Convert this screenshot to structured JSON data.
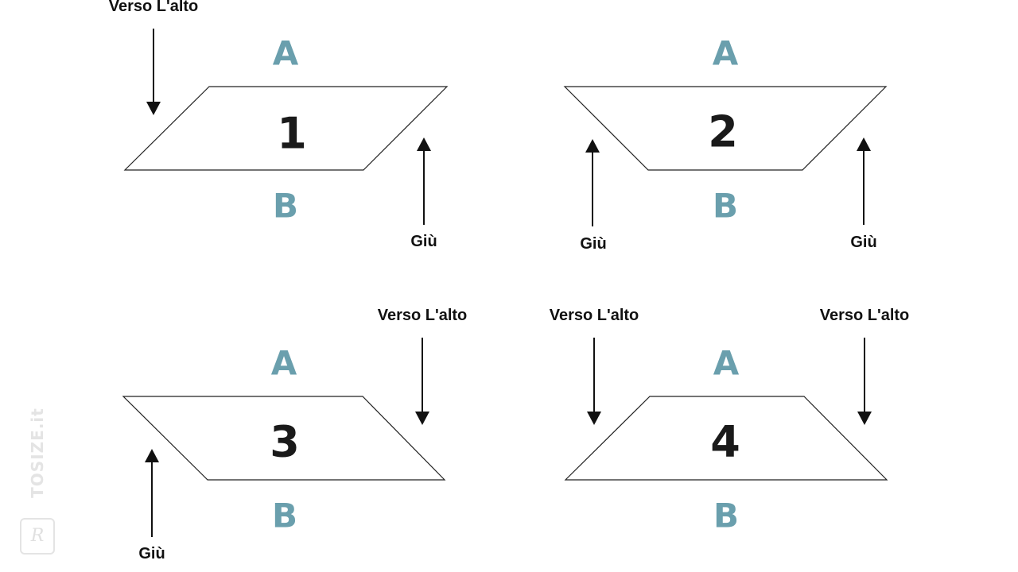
{
  "colors": {
    "face_label": "#6a9fad",
    "number": "#1a1a1a",
    "outline": "#222222",
    "arrow": "#111111",
    "watermark": "#e4e4e4"
  },
  "panels": [
    {
      "number": "1",
      "top_face": "A",
      "bottom_face": "B",
      "arrows": [
        {
          "label": "Verso L'alto",
          "direction": "down"
        },
        {
          "label": "Giù",
          "direction": "up"
        }
      ]
    },
    {
      "number": "2",
      "top_face": "A",
      "bottom_face": "B",
      "arrows": [
        {
          "label": "Giù",
          "direction": "up"
        },
        {
          "label": "Giù",
          "direction": "up"
        }
      ]
    },
    {
      "number": "3",
      "top_face": "A",
      "bottom_face": "B",
      "arrows": [
        {
          "label": "Verso L'alto",
          "direction": "down"
        },
        {
          "label": "Giù",
          "direction": "up"
        }
      ]
    },
    {
      "number": "4",
      "top_face": "A",
      "bottom_face": "B",
      "arrows": [
        {
          "label": "Verso L'alto",
          "direction": "down"
        },
        {
          "label": "Verso L'alto",
          "direction": "down"
        }
      ]
    }
  ],
  "watermark": {
    "text": "TOSIZE.it",
    "logo_icon": "tosize-logo-icon"
  }
}
